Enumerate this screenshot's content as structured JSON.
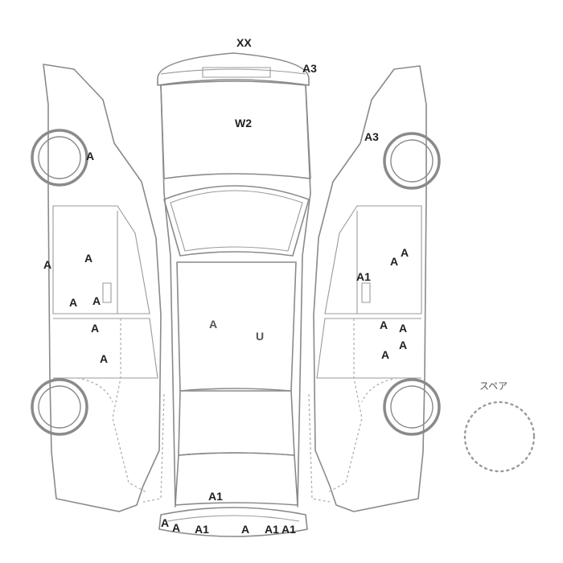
{
  "diagram": {
    "spare_label": "スペア",
    "markers": {
      "front_bumper": "XX",
      "front_bumper_corner": "A3",
      "windshield": "W2",
      "right_front_fender": "A3",
      "left_front_fender": "A",
      "left_pillar": "A",
      "left_front_door_upper": "A",
      "left_front_door_lower_a": "A",
      "left_front_door_lower_b": "A",
      "left_rear_door_upper": "A",
      "left_rear_door_lower": "A",
      "roof": "A",
      "roof_u": "U",
      "right_front_door_upper": "A1",
      "right_front_door_mid_a": "A",
      "right_front_door_mid_b": "A",
      "right_rear_door_a": "A",
      "right_rear_door_b": "A",
      "right_rear_door_c": "A",
      "right_rear_door_d": "A",
      "trunk": "A1",
      "rear_bumper_1": "A",
      "rear_bumper_2": "A",
      "rear_bumper_3": "A1",
      "rear_bumper_4": "A",
      "rear_bumper_5": "A1",
      "rear_bumper_6": "A1"
    }
  }
}
